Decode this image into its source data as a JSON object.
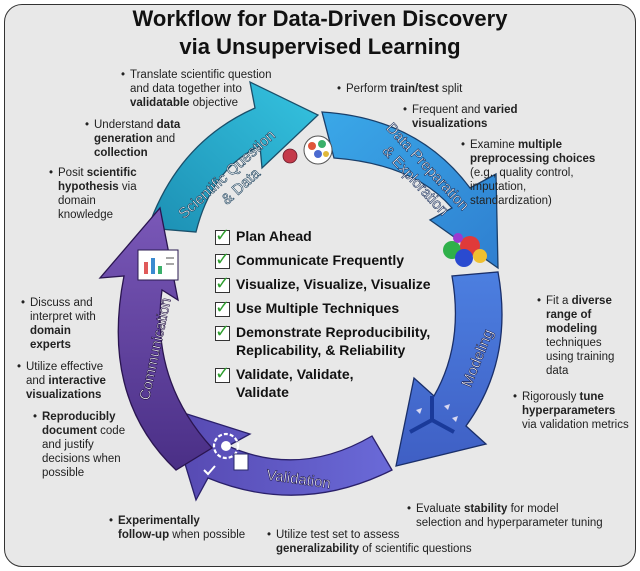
{
  "title": {
    "line1": "Workflow for Data-Driven Discovery",
    "line2": "via Unsupervised Learning"
  },
  "stages": [
    {
      "label": "Scientific Question & Data",
      "line1": "Scientific Question",
      "line2": "& Data",
      "color": "#2aa8c9",
      "icon": "molecule-icon"
    },
    {
      "label": "Data Preparation & Exploration",
      "line1": "Data Preparation",
      "line2": "& Exploration",
      "color": "#3d8fd6",
      "icon": "scatter-cluster-icon"
    },
    {
      "label": "Modeling",
      "line1": "Modeling",
      "color": "#4a6bd0",
      "icon": "3d-axes-icon"
    },
    {
      "label": "Validation",
      "line1": "Validation",
      "color": "#5a55c0",
      "icon": "gear-check-icon"
    },
    {
      "label": "Communication",
      "line1": "Communication",
      "color": "#5e3f9e",
      "icon": "presentation-icon"
    }
  ],
  "checklist": [
    "Plan Ahead",
    "Communicate Frequently",
    "Visualize, Visualize, Visualize",
    "Use Multiple Techniques",
    "Demonstrate Reproducibility,",
    "Replicability, & Reliability",
    "Validate, Validate,",
    "Validate"
  ],
  "notes": {
    "translate": [
      "Translate scientific question",
      "and data together into",
      "validatable",
      " objective"
    ],
    "understand": [
      "Understand ",
      "data",
      "generation",
      " and",
      "collection"
    ],
    "posit": [
      "Posit ",
      "scientific",
      "hypothesis",
      " via",
      "domain",
      "knowledge"
    ],
    "split": [
      "Perform ",
      "train/test",
      " split"
    ],
    "frequent": [
      "Frequent and ",
      "varied",
      "visualizations"
    ],
    "examine": [
      "Examine ",
      "multiple",
      "preprocessing choices",
      "(e.g., quality control,",
      "imputation,",
      "standardization)"
    ],
    "fit": [
      "Fit a ",
      "diverse",
      "range of",
      "modeling",
      "techniques",
      "using training",
      "data"
    ],
    "tune": [
      "Rigorously ",
      "tune",
      "hyperparameters",
      "via validation metrics"
    ],
    "stability": [
      "Evaluate ",
      "stability",
      " for model",
      "selection and hyperparameter tuning"
    ],
    "testset": [
      "Utilize test set to assess",
      "generalizability",
      " of scientific questions"
    ],
    "followup": [
      "Experimentally",
      "follow-up",
      " when possible"
    ],
    "discuss": [
      "Discuss and",
      "interpret with",
      "domain",
      "experts"
    ],
    "utilize": [
      "Utilize effective",
      "and ",
      "interactive",
      "visualizations"
    ],
    "reproducibly": [
      "Reproducibly",
      "document",
      " code",
      "and justify",
      "decisions when",
      "possible"
    ]
  }
}
